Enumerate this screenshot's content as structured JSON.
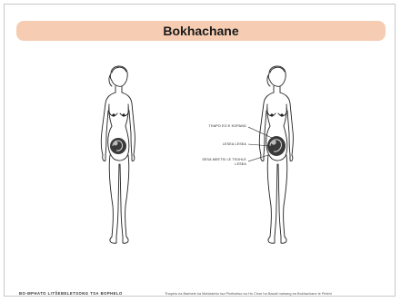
{
  "title": "Bokhachane",
  "figures": {
    "left": {
      "name": "pregnant-woman-figure"
    },
    "right": {
      "name": "pregnant-woman-labeled-figure",
      "labels": [
        "Thapo eo e kopang",
        "Lesea lesea",
        "Sesa meetsi le tsohle lesea"
      ]
    }
  },
  "footer": {
    "left": "BO-MPHATO LITŠEBELETSONG TSA BOPHELO",
    "right": "Thapelo ea Baebele ka Mahlakeho tsa Phelisetso ea Ho Choe ha Basali mahang ea Bokhachane le Pelehi"
  },
  "colors": {
    "title_bar": "#f6cdb3",
    "outline": "#222222",
    "page_border": "#c8c8c8"
  }
}
